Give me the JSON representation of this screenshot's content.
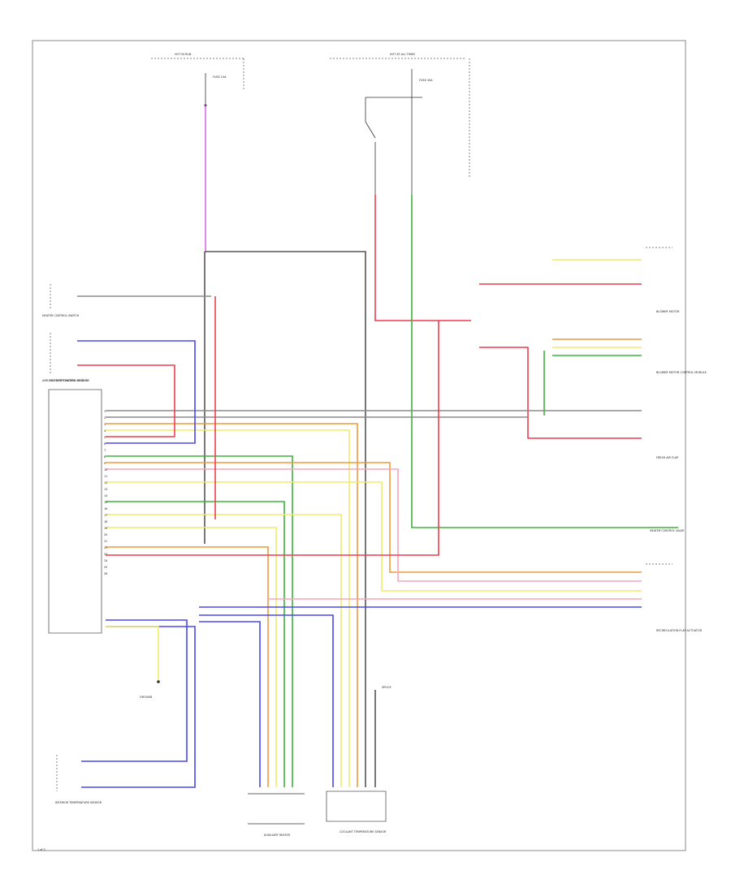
{
  "labels": {
    "top_left_box": "HOT IN RUN",
    "top_right_box": "HOT AT ALL TIMES",
    "fuse_left": "FUSE 15A",
    "fuse_right": "FUSE 30A",
    "left_switch": "HEATER CONTROL SWITCH",
    "left_sensor": "AMBIENT TEMPERATURE SENSOR",
    "module": "CLIMATE CONTROL MODULE",
    "bottom_left": "INTERIOR TEMPERATURE SENSOR",
    "bottom_middle": "AUXILIARY HEATER",
    "bottom_right": "COOLANT TEMPERATURE SENSOR",
    "right_1": "BLOWER MOTOR",
    "right_2": "BLOWER MOTOR CONTROL MODULE",
    "right_3": "FRESH AIR FLAP",
    "right_4": "HEATER CONTROL VALVE",
    "right_5": "RECIRCULATION FLAP ACTUATOR",
    "ground": "GROUND",
    "splice": "SPLICE",
    "page_id": "1 of 2"
  },
  "pins": [
    "1",
    "2",
    "3",
    "4",
    "5",
    "6",
    "7",
    "8",
    "9",
    "10",
    "11",
    "12",
    "13",
    "14",
    "15",
    "16",
    "17",
    "18",
    "19",
    "20",
    "21",
    "22",
    "23",
    "24",
    "25",
    "26"
  ],
  "wire_colors": {
    "violet": "#d86ee8",
    "blue": "#4848f0",
    "red": "#f03c4c",
    "green": "#3cb43c",
    "yellow": "#f0ec6c",
    "orange": "#f09a3c",
    "gray": "#8a8a8a",
    "pink": "#f6a6b8",
    "black": "#333333"
  }
}
